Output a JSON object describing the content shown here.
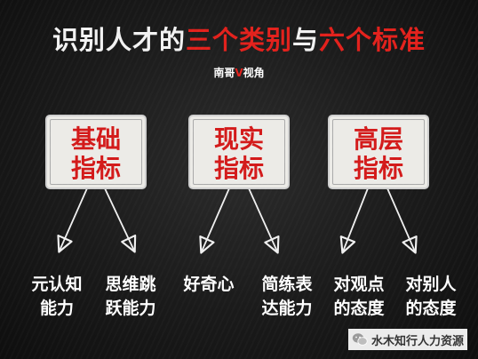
{
  "title": {
    "part1": "识别人才的",
    "part2": "三个类别",
    "part3": "与",
    "part4": "六个标准"
  },
  "subtitle": {
    "before": "南哥",
    "mark": "V",
    "after": "视角"
  },
  "categories": [
    {
      "line1": "基础",
      "line2": "指标"
    },
    {
      "line1": "现实",
      "line2": "指标"
    },
    {
      "line1": "高层",
      "line2": "指标"
    }
  ],
  "leaves": [
    {
      "line1": "元认知",
      "line2": "能力"
    },
    {
      "line1": "思维跳",
      "line2": "跃能力"
    },
    {
      "line1": "好奇心",
      "line2": ""
    },
    {
      "line1": "简练表",
      "line2": "达能力"
    },
    {
      "line1": "对观点",
      "line2": "的态度"
    },
    {
      "line1": "对别人",
      "line2": "的态度"
    }
  ],
  "watermark": {
    "icon": "wechat-icon",
    "text": "水木知行人力资源"
  },
  "colors": {
    "background": "#1a1a1a",
    "accent_red": "#e3211c",
    "box_fill": "#ecebe7",
    "text_white": "#ffffff"
  }
}
